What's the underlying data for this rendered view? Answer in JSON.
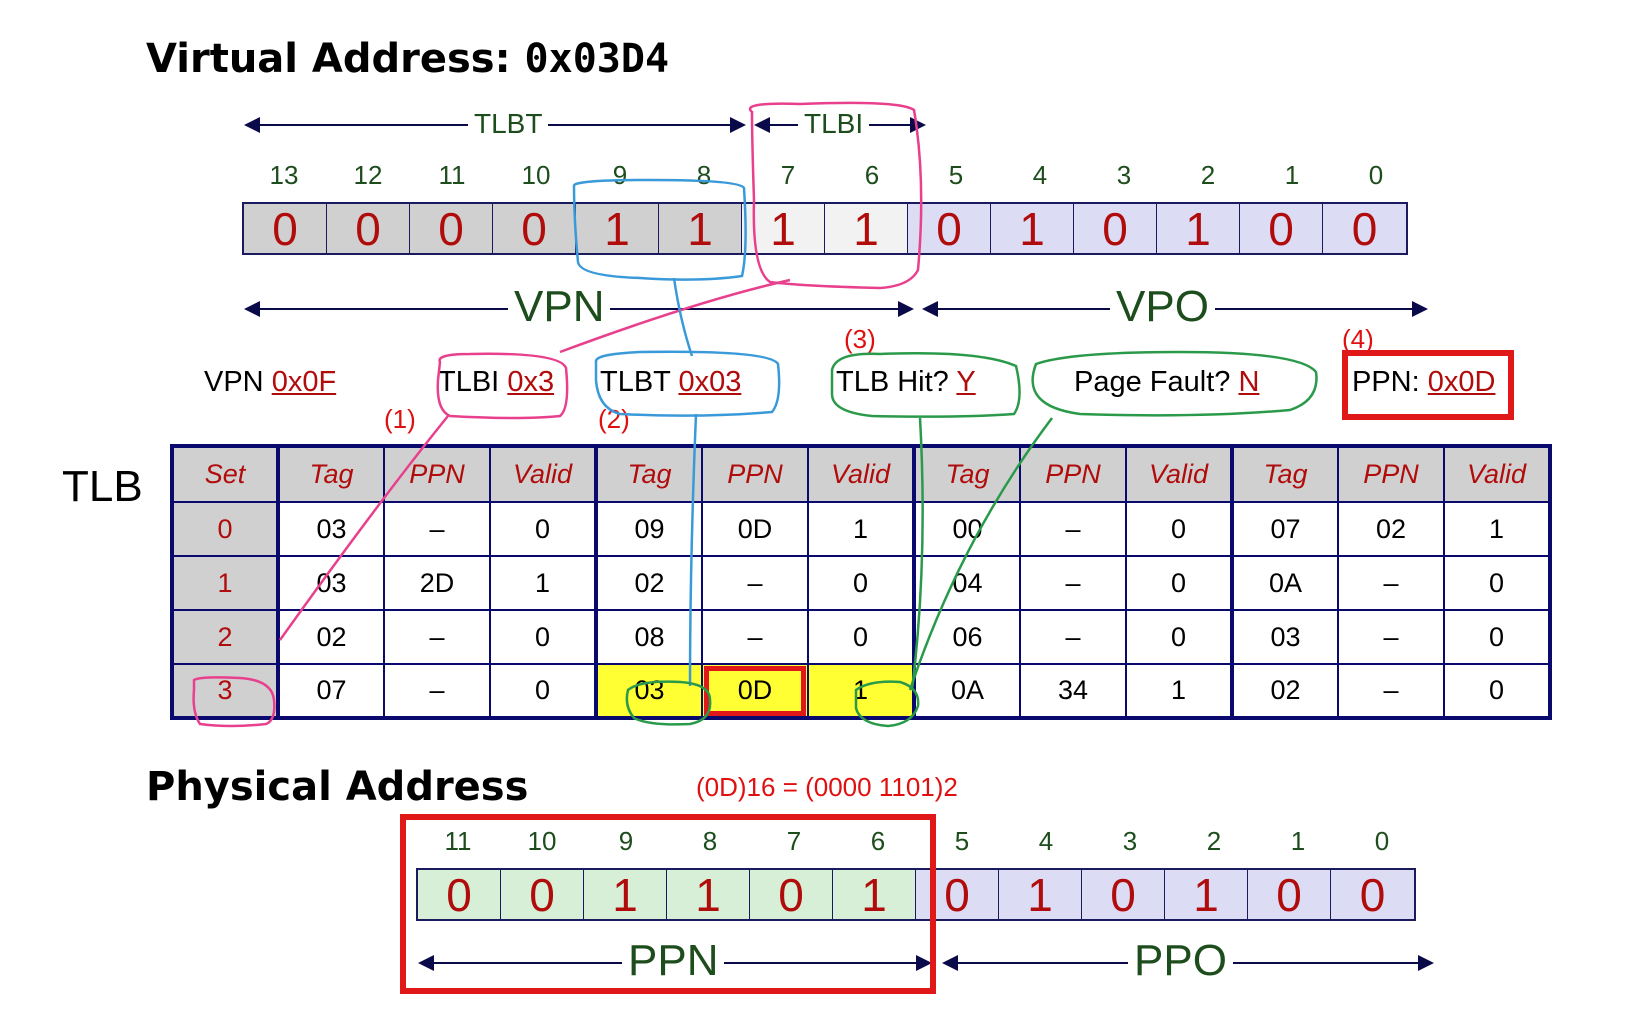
{
  "virtual": {
    "title_label": "Virtual Address: ",
    "title_value": "0x03D4",
    "bit_numbers": [
      "13",
      "12",
      "11",
      "10",
      "9",
      "8",
      "7",
      "6",
      "5",
      "4",
      "3",
      "2",
      "1",
      "0"
    ],
    "bits": [
      "0",
      "0",
      "0",
      "0",
      "1",
      "1",
      "1",
      "1",
      "0",
      "1",
      "0",
      "1",
      "0",
      "0"
    ],
    "tlbt_label": "TLBT",
    "tlbi_label": "TLBI",
    "vpn_label": "VPN",
    "vpo_label": "VPO"
  },
  "fields": {
    "vpn": {
      "label": "VPN ",
      "value": "0x0F"
    },
    "tlbi": {
      "label": "TLBI ",
      "value": "0x3"
    },
    "tlbt": {
      "label": "TLBT ",
      "value": "0x03"
    },
    "tlb_hit": {
      "label": "TLB Hit? ",
      "value": "Y"
    },
    "page_fault": {
      "label": "Page Fault? ",
      "value": "N"
    },
    "ppn": {
      "label": "PPN: ",
      "value": "0x0D"
    }
  },
  "steps": [
    "(1)",
    "(2)",
    "(3)",
    "(4)"
  ],
  "tlb": {
    "label": "TLB",
    "headers": [
      "Set",
      "Tag",
      "PPN",
      "Valid",
      "Tag",
      "PPN",
      "Valid",
      "Tag",
      "PPN",
      "Valid",
      "Tag",
      "PPN",
      "Valid"
    ],
    "rows": [
      [
        "0",
        "03",
        "–",
        "0",
        "09",
        "0D",
        "1",
        "00",
        "–",
        "0",
        "07",
        "02",
        "1"
      ],
      [
        "1",
        "03",
        "2D",
        "1",
        "02",
        "–",
        "0",
        "04",
        "–",
        "0",
        "0A",
        "–",
        "0"
      ],
      [
        "2",
        "02",
        "–",
        "0",
        "08",
        "–",
        "0",
        "06",
        "–",
        "0",
        "03",
        "–",
        "0"
      ],
      [
        "3",
        "07",
        "–",
        "0",
        "03",
        "0D",
        "1",
        "0A",
        "34",
        "1",
        "02",
        "–",
        "0"
      ]
    ]
  },
  "physical": {
    "title": "Physical Address",
    "conversion_note": "(0D)16 = (0000 1101)2",
    "bit_numbers": [
      "11",
      "10",
      "9",
      "8",
      "7",
      "6",
      "5",
      "4",
      "3",
      "2",
      "1",
      "0"
    ],
    "bits": [
      "0",
      "0",
      "1",
      "1",
      "0",
      "1",
      "0",
      "1",
      "0",
      "1",
      "0",
      "0"
    ],
    "ppn_label": "PPN",
    "ppo_label": "PPO"
  },
  "colors": {
    "bit_value": "#b10c0c",
    "highlight": "#ffff33",
    "red_box": "#e01818",
    "pink_annotation": "#e8408c",
    "blue_annotation": "#3a9ad9",
    "green_annotation": "#2a9a4a"
  }
}
